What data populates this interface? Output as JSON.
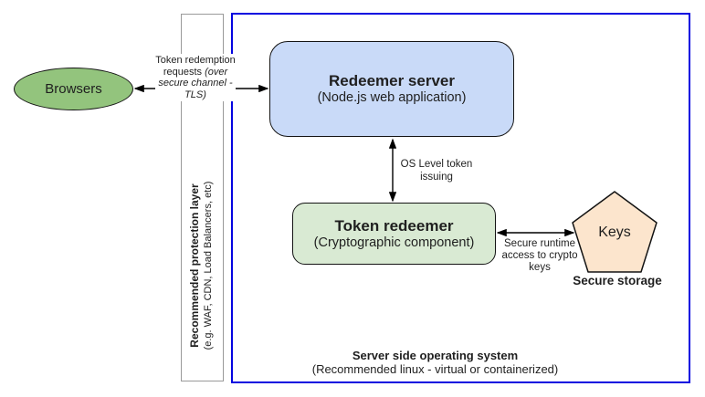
{
  "diagram": {
    "browsers": {
      "label": "Browsers",
      "fill": "#93c47d"
    },
    "protection_layer": {
      "title": "Recommended protection layer",
      "subtitle": "(e.g. WAF, CDN, Load Balancers, etc)",
      "border_color": "#9a9a9a"
    },
    "redeemer_server": {
      "title": "Redeemer server",
      "subtitle": "(Node.js web application)",
      "fill": "#c9daf8"
    },
    "token_redeemer": {
      "title": "Token redeemer",
      "subtitle": "(Cryptographic component)",
      "fill": "#d9ead3"
    },
    "keys": {
      "label": "Keys",
      "caption": "Secure storage",
      "fill": "#fce5cd"
    },
    "os_boundary": {
      "title": "Server side operating system",
      "subtitle": "(Recommended linux - virtual or containerized)",
      "border_color": "#0505e0"
    },
    "arrows": {
      "browser_to_server": {
        "label_plain": "Token redemption requests ",
        "label_italic": "(over secure channel - TLS)"
      },
      "server_to_redeemer": {
        "label": "OS Level token issuing"
      },
      "redeemer_to_keys": {
        "label": "Secure runtime access to crypto keys"
      }
    }
  }
}
